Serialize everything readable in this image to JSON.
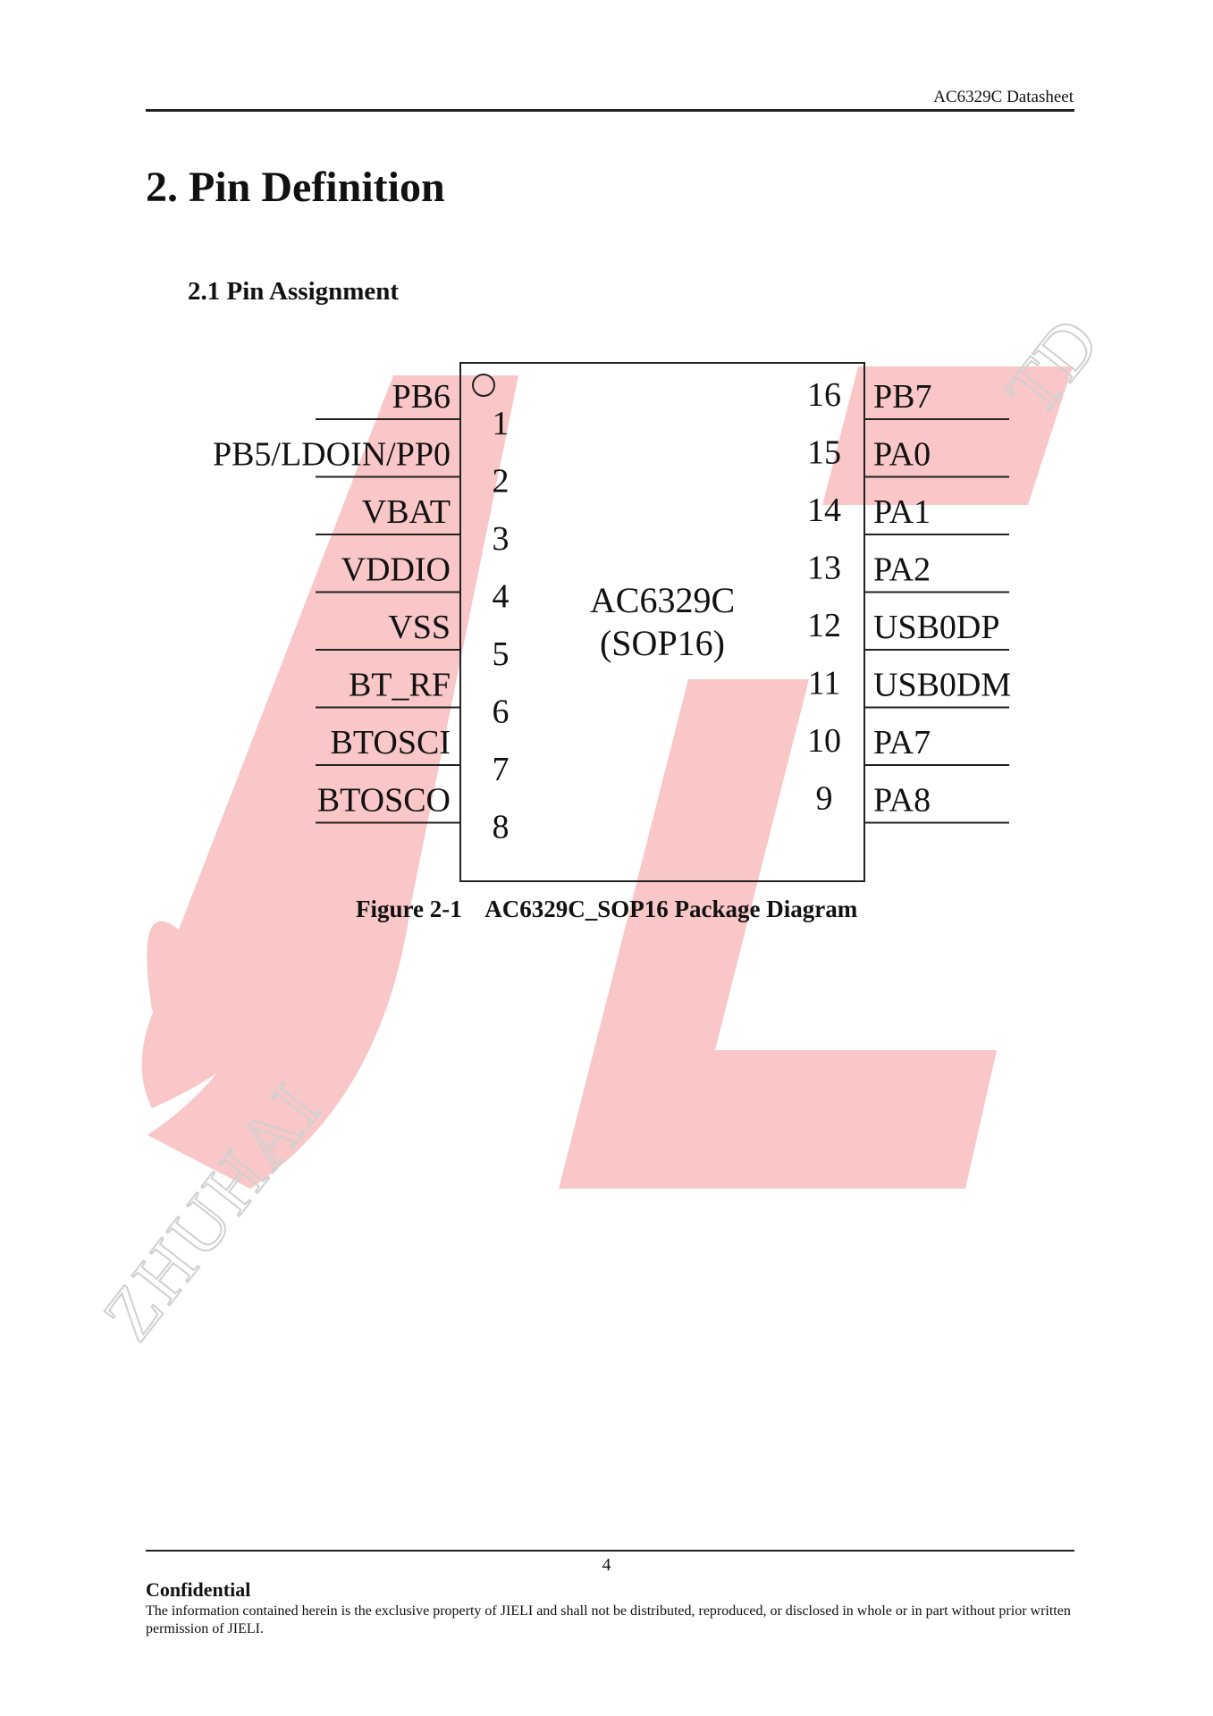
{
  "header": {
    "text": "AC6329C  Datasheet"
  },
  "chapter": {
    "title": "2.  Pin Definition"
  },
  "section": {
    "title": "2.1 Pin Assignment"
  },
  "chip": {
    "name": "AC6329C",
    "package": "(SOP16)"
  },
  "left_pins": [
    {
      "label": "PB6",
      "number": "1"
    },
    {
      "label": "PB5/LDOIN/PP0",
      "number": "2"
    },
    {
      "label": "VBAT",
      "number": "3"
    },
    {
      "label": "VDDIO",
      "number": "4"
    },
    {
      "label": "VSS",
      "number": "5"
    },
    {
      "label": "BT_RF",
      "number": "6"
    },
    {
      "label": "BTOSCI",
      "number": "7"
    },
    {
      "label": "BTOSCO",
      "number": "8"
    }
  ],
  "right_pins": [
    {
      "label": "PB7",
      "number": "16"
    },
    {
      "label": "PA0",
      "number": "15"
    },
    {
      "label": "PA1",
      "number": "14"
    },
    {
      "label": "PA2",
      "number": "13"
    },
    {
      "label": "USB0DP",
      "number": "12"
    },
    {
      "label": "USB0DM",
      "number": "11"
    },
    {
      "label": "PA7",
      "number": "10"
    },
    {
      "label": "PA8",
      "number": "9"
    }
  ],
  "figure": {
    "caption": "Figure 2-1    AC6329C_SOP16 Package Diagram"
  },
  "watermark": {
    "logo": "JL",
    "text": "ZHUHAI JIELI TECHNOLOGY CO.,LTD",
    "color": "#f9c7c7"
  },
  "footer": {
    "page_number": "4",
    "confidential": "Confidential",
    "disclaimer": "The information contained herein is the exclusive property of JIELI and shall not be distributed, reproduced, or disclosed in whole or in part without prior written permission of JIELI."
  }
}
